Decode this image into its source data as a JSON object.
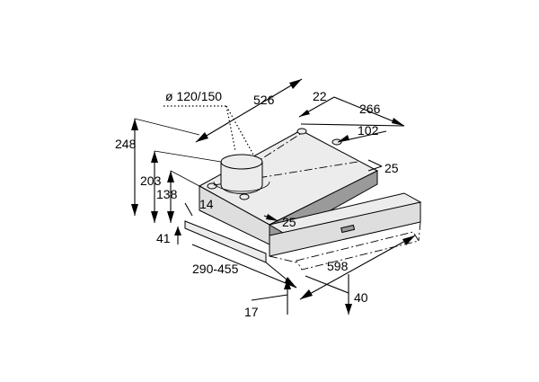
{
  "diagram": {
    "labels": {
      "duct_diameter": "ø 120/150",
      "depth": "526",
      "offset_22": "22",
      "width_266": "266",
      "spacing_102": "102",
      "inset_25_right": "25",
      "height_248": "248",
      "height_203": "203",
      "height_138": "138",
      "inset_14": "14",
      "inset_25_front": "25",
      "height_41": "41",
      "extension": "290-455",
      "width_598": "598",
      "front_40": "40",
      "front_17": "17"
    }
  }
}
